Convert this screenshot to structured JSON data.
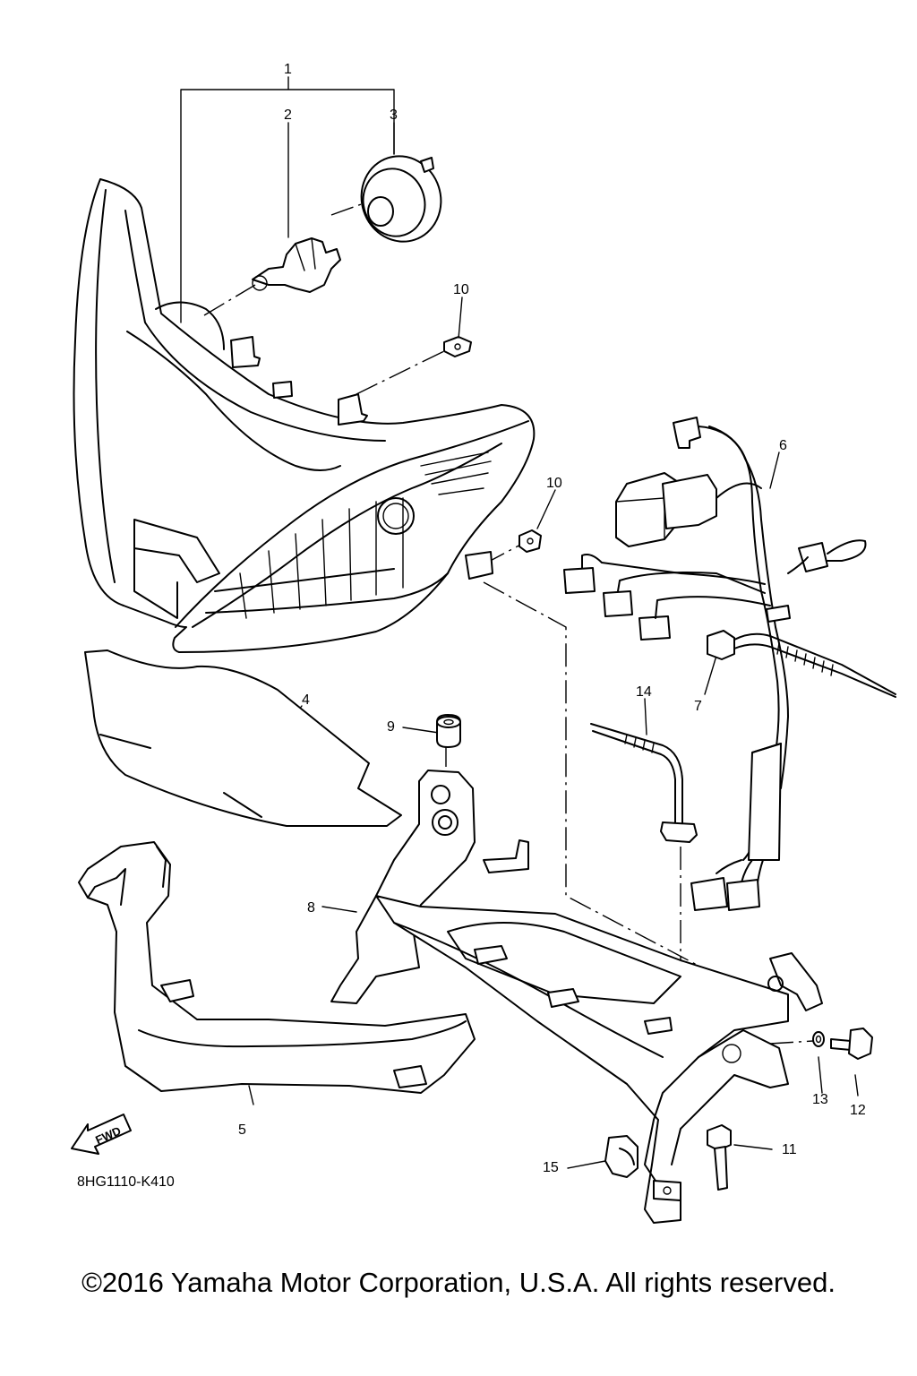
{
  "diagram": {
    "part_labels": {
      "p1": "1",
      "p2": "2",
      "p3": "3",
      "p4": "4",
      "p5": "5",
      "p6": "6",
      "p7": "7",
      "p8": "8",
      "p9": "9",
      "p10a": "10",
      "p10b": "10",
      "p11": "11",
      "p12": "12",
      "p13": "13",
      "p14": "14",
      "p15": "15"
    },
    "fwd_label": "FWD",
    "drawing_code": "8HG1110-K410"
  },
  "footer": {
    "copyright": "©2016 Yamaha Motor Corporation, U.S.A. All rights reserved."
  }
}
